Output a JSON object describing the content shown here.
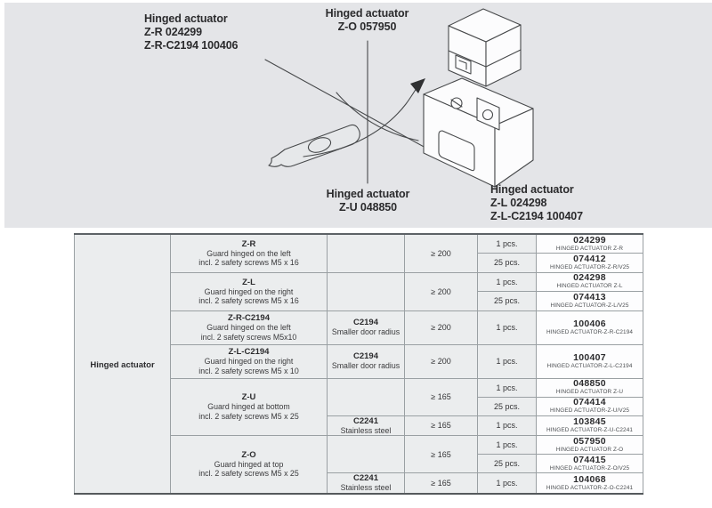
{
  "colors": {
    "illustration_bg": "#e4e5e8",
    "cell_bg": "#ebedee",
    "order_cell_bg": "#fdfdfe",
    "grid_border": "#9aa0a3",
    "line_art": "#47494b",
    "text": "#2c2c2e"
  },
  "illustration": {
    "labels": [
      {
        "lines": [
          "Hinged actuator",
          "Z-R 024299",
          "Z-R-C2194 100406"
        ]
      },
      {
        "lines": [
          "Hinged actuator",
          "Z-O 057950"
        ]
      },
      {
        "lines": [
          "Hinged actuator",
          "Z-U 048850"
        ]
      },
      {
        "lines": [
          "Hinged actuator",
          "Z-L 024298",
          "Z-L-C2194 100407"
        ]
      }
    ]
  },
  "table": {
    "row_header": "Hinged actuator",
    "groups": [
      {
        "variant": "Z-R",
        "desc": [
          "Guard hinged on the left",
          "incl. 2 safety screws M5 x 16"
        ],
        "door_radius": "≥ 200",
        "orders": [
          {
            "qty": "1 pcs.",
            "number": "024299",
            "name": "HINGED ACTUATOR Z-R"
          },
          {
            "qty": "25 pcs.",
            "number": "074412",
            "name": "HINGED ACTUATOR-Z-R/V25"
          }
        ]
      },
      {
        "variant": "Z-L",
        "desc": [
          "Guard hinged on the right",
          "incl. 2 safety screws M5 x 16"
        ],
        "door_radius": "≥ 200",
        "orders": [
          {
            "qty": "1 pcs.",
            "number": "024298",
            "name": "HINGED ACTUATOR Z-L"
          },
          {
            "qty": "25 pcs.",
            "number": "074413",
            "name": "HINGED ACTUATOR-Z-L/V25"
          }
        ]
      },
      {
        "variant": "Z-R-C2194",
        "desc": [
          "Guard hinged on the left",
          "incl. 2 safety screws M5x10"
        ],
        "option_code": "C2194",
        "option_desc": "Smaller door radius",
        "door_radius": "≥ 200",
        "orders": [
          {
            "qty": "1 pcs.",
            "number": "100406",
            "name": "HINGED ACTUATOR-Z-R-C2194"
          }
        ]
      },
      {
        "variant": "Z-L-C2194",
        "desc": [
          "Guard hinged on the right",
          "incl. 2 safety screws M5 x 10"
        ],
        "option_code": "C2194",
        "option_desc": "Smaller door radius",
        "door_radius": "≥ 200",
        "orders": [
          {
            "qty": "1 pcs.",
            "number": "100407",
            "name": "HINGED ACTUATOR-Z-L-C2194"
          }
        ]
      },
      {
        "variant": "Z-U",
        "desc": [
          "Guard hinged at bottom",
          "incl. 2 safety screws M5 x 25"
        ],
        "door_radius": "≥ 165",
        "orders": [
          {
            "qty": "1 pcs.",
            "number": "048850",
            "name": "HINGED ACTUATOR Z-U"
          },
          {
            "qty": "25 pcs.",
            "number": "074414",
            "name": "HINGED ACTUATOR-Z-U/V25"
          }
        ],
        "option": {
          "code": "C2241",
          "desc": "Stainless steel",
          "door_radius": "≥ 165",
          "qty": "1 pcs.",
          "number": "103845",
          "name": "HINGED ACTUATOR-Z-U-C2241"
        }
      },
      {
        "variant": "Z-O",
        "desc": [
          "Guard hinged at top",
          "incl. 2 safety screws M5 x 25"
        ],
        "door_radius": "≥ 165",
        "orders": [
          {
            "qty": "1 pcs.",
            "number": "057950",
            "name": "HINGED ACTUATOR Z-O"
          },
          {
            "qty": "25 pcs.",
            "number": "074415",
            "name": "HINGED ACTUATOR-Z-O/V25"
          }
        ],
        "option": {
          "code": "C2241",
          "desc": "Stainless steel",
          "door_radius": "≥ 165",
          "qty": "1 pcs.",
          "number": "104068",
          "name": "HINGED ACTUATOR-Z-O-C2241"
        }
      }
    ]
  }
}
